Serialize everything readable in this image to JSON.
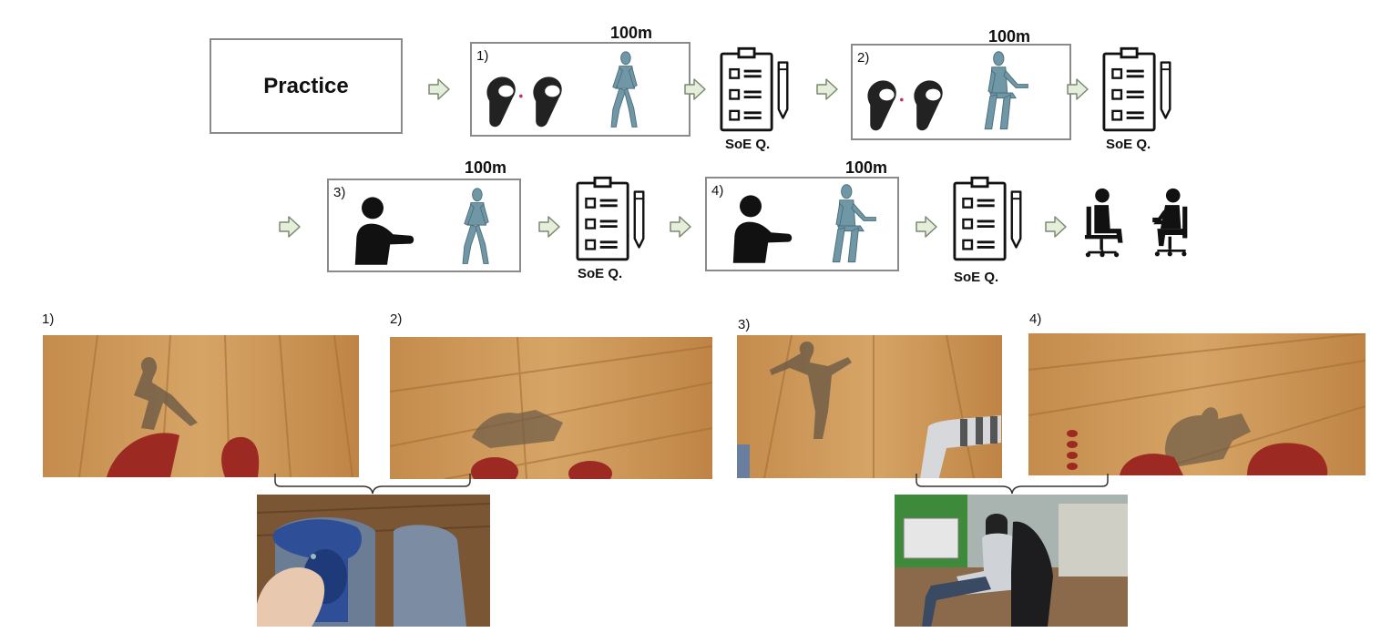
{
  "practice": {
    "label": "Practice"
  },
  "conditions": [
    {
      "number": "1)",
      "distance": "100m"
    },
    {
      "number": "2)",
      "distance": "100m"
    },
    {
      "number": "3)",
      "distance": "100m"
    },
    {
      "number": "4)",
      "distance": "100m"
    }
  ],
  "questionnaire": {
    "label": "SoE Q."
  },
  "photos": [
    {
      "number": "1)"
    },
    {
      "number": "2)"
    },
    {
      "number": "3)"
    },
    {
      "number": "4)"
    }
  ],
  "colors": {
    "arrow_fill": "#e4eedb",
    "arrow_stroke": "#7a8a70",
    "box_border": "#8a8a8a",
    "mannequin": "#6f97a6",
    "wood": "#c98f4e",
    "avatar_red": "#9c2a22",
    "controller_blue": "#2e4f98"
  }
}
